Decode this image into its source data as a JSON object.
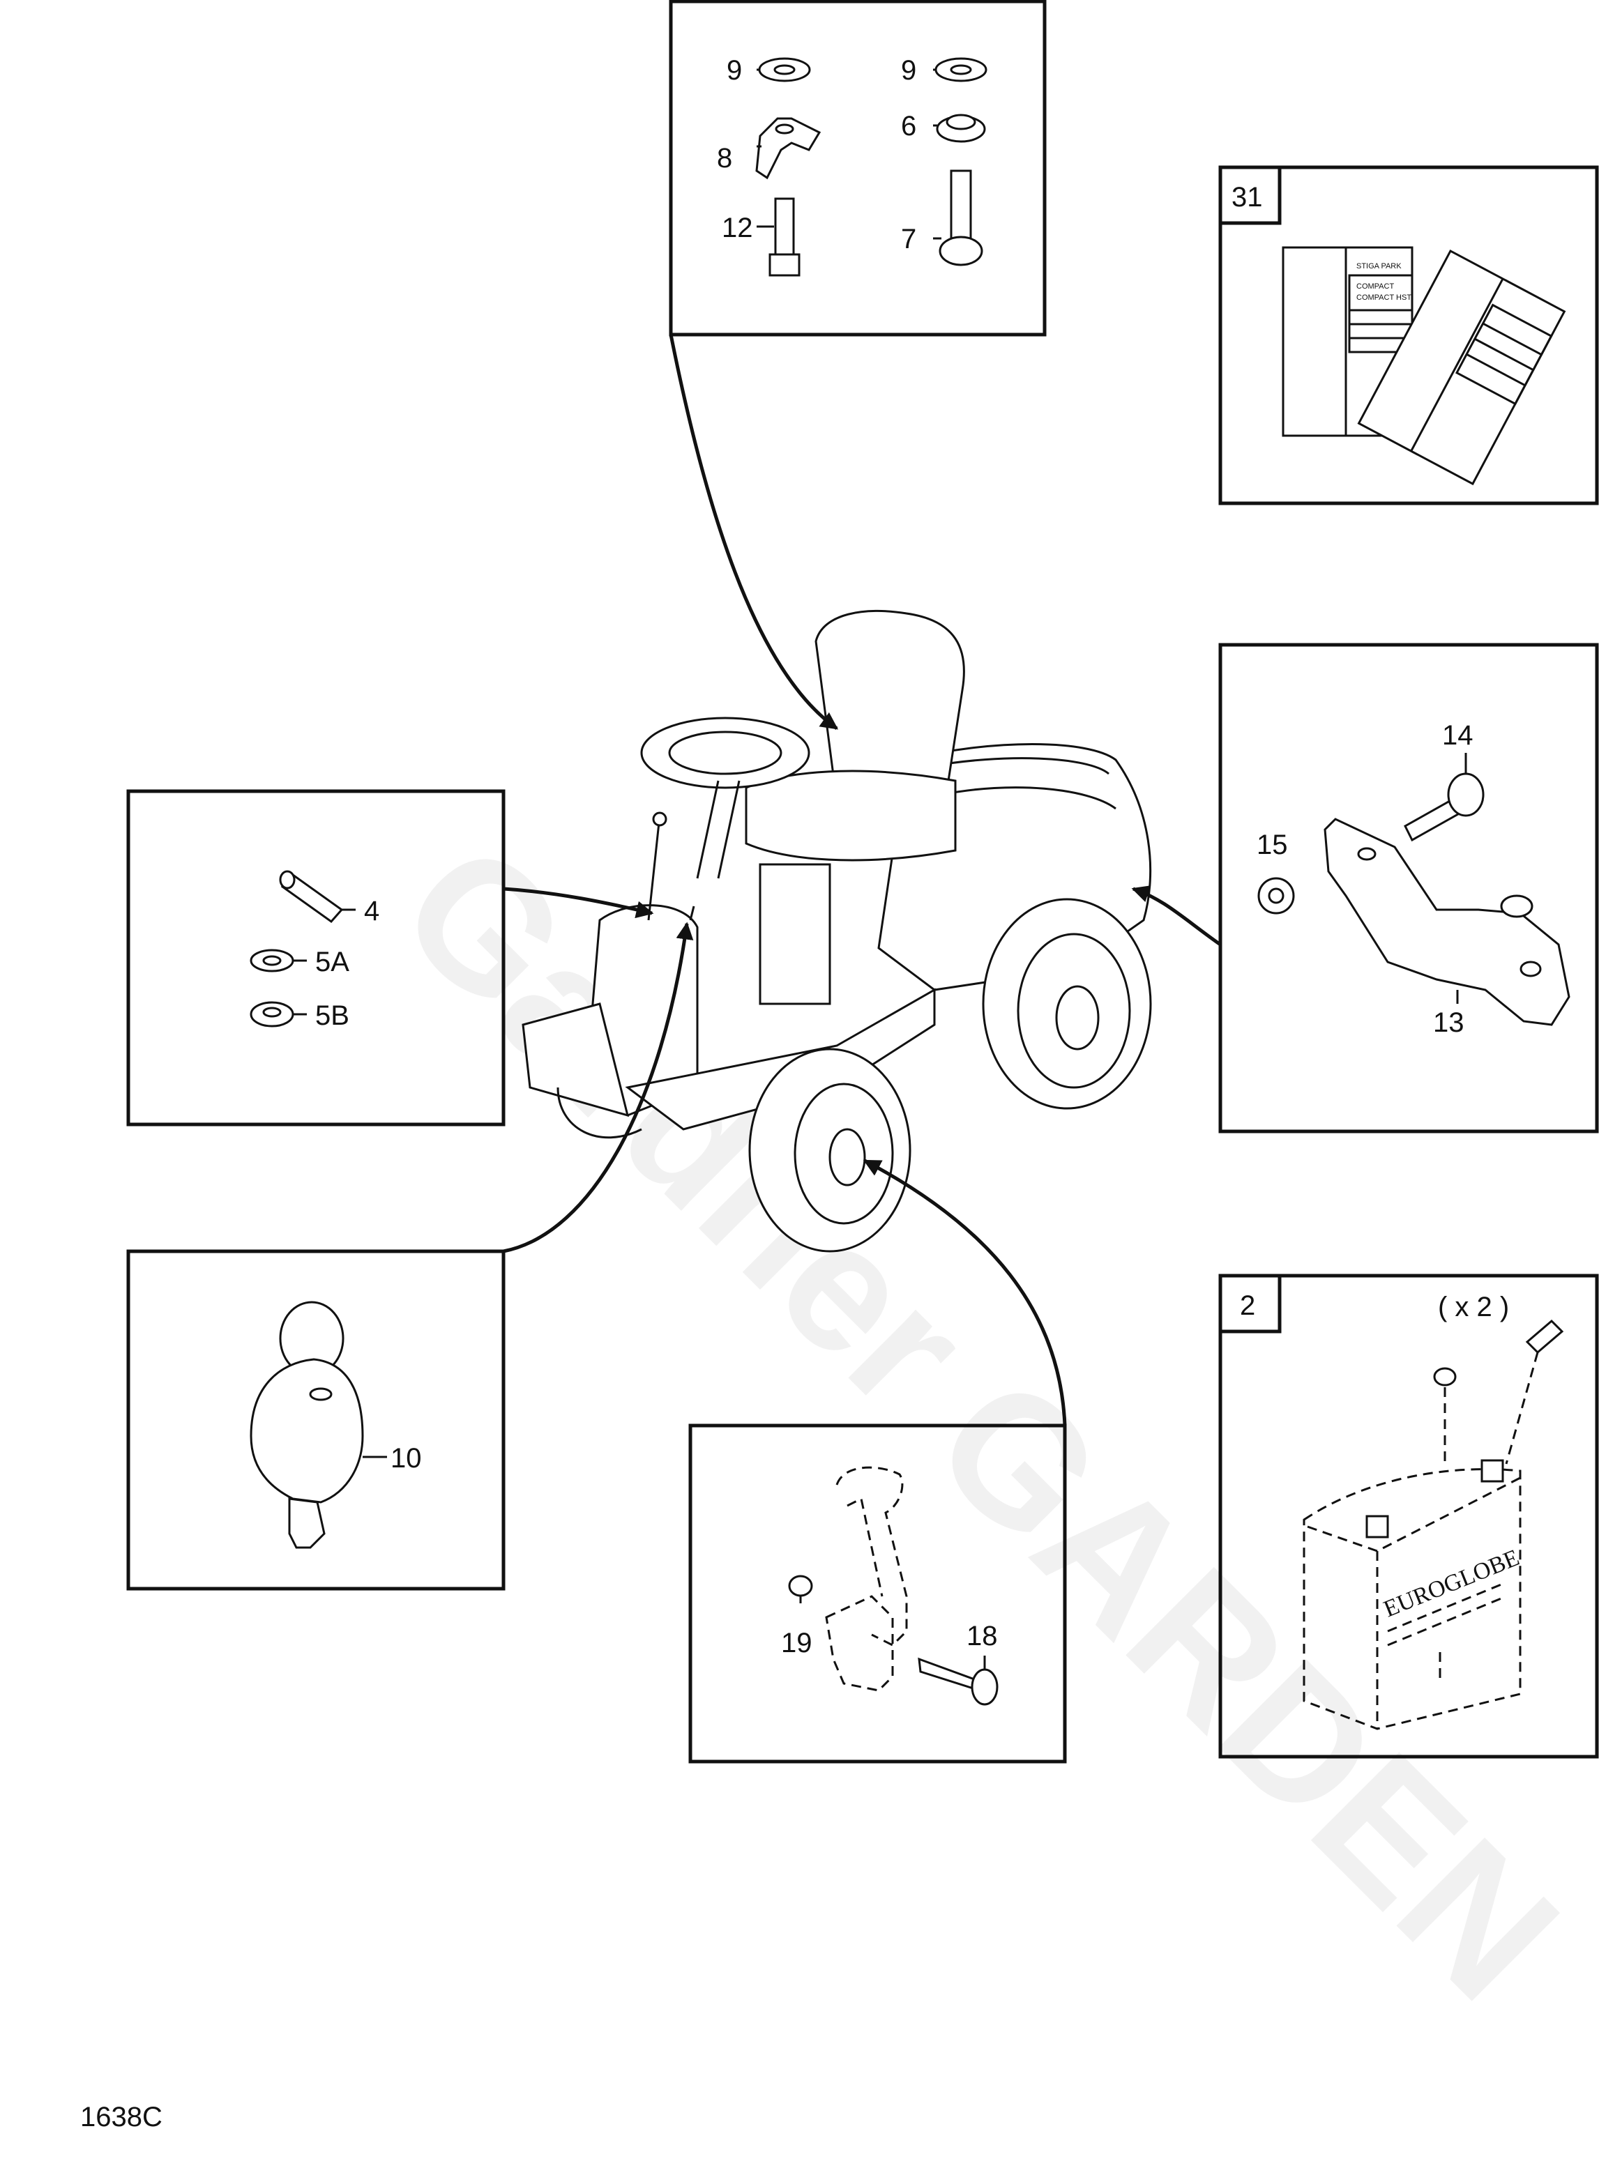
{
  "drawing_code": "1638C",
  "watermark": "Gardner GARDEN",
  "panels": {
    "fasteners": {
      "labels": [
        "9",
        "8",
        "12",
        "9",
        "6",
        "7"
      ]
    },
    "manual": {
      "ref": "31",
      "doc_title": "STIGA PARK",
      "doc_line1": "COMPACT",
      "doc_line2": "COMPACT HST"
    },
    "bracket": {
      "labels": [
        "14",
        "15",
        "13"
      ]
    },
    "pins": {
      "labels": [
        "4",
        "5A",
        "5B"
      ]
    },
    "key": {
      "labels": [
        "10"
      ]
    },
    "pedal": {
      "labels": [
        "19",
        "18"
      ]
    },
    "battery": {
      "ref": "2",
      "qty": "( x 2 )",
      "brand": "EUROGLOBE"
    }
  }
}
